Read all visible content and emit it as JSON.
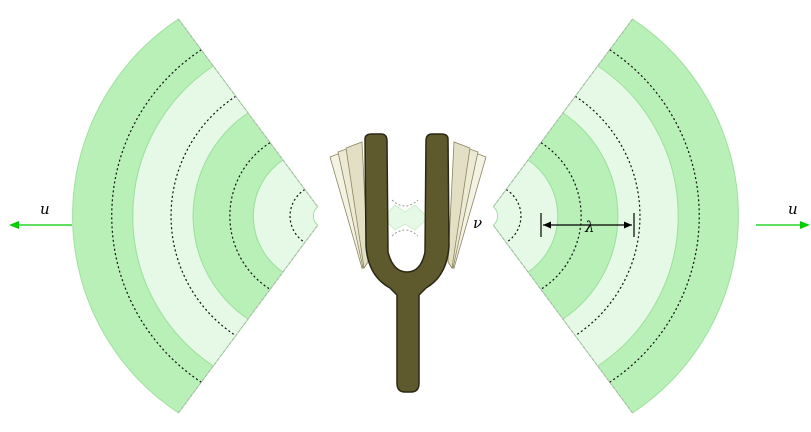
{
  "labels": {
    "velocity_left": "u",
    "velocity_right": "u",
    "frequency": "ν",
    "wavelength": "λ"
  },
  "colors": {
    "wave_light": "#b8f0b8",
    "wave_pale": "#e6f9e6",
    "wave_edge": "#9fe09f",
    "fork_body": "#5f5a2e",
    "fork_outline": "#2a2714",
    "blur_tine": "#ece9d4",
    "arrow": "#00cc00"
  }
}
